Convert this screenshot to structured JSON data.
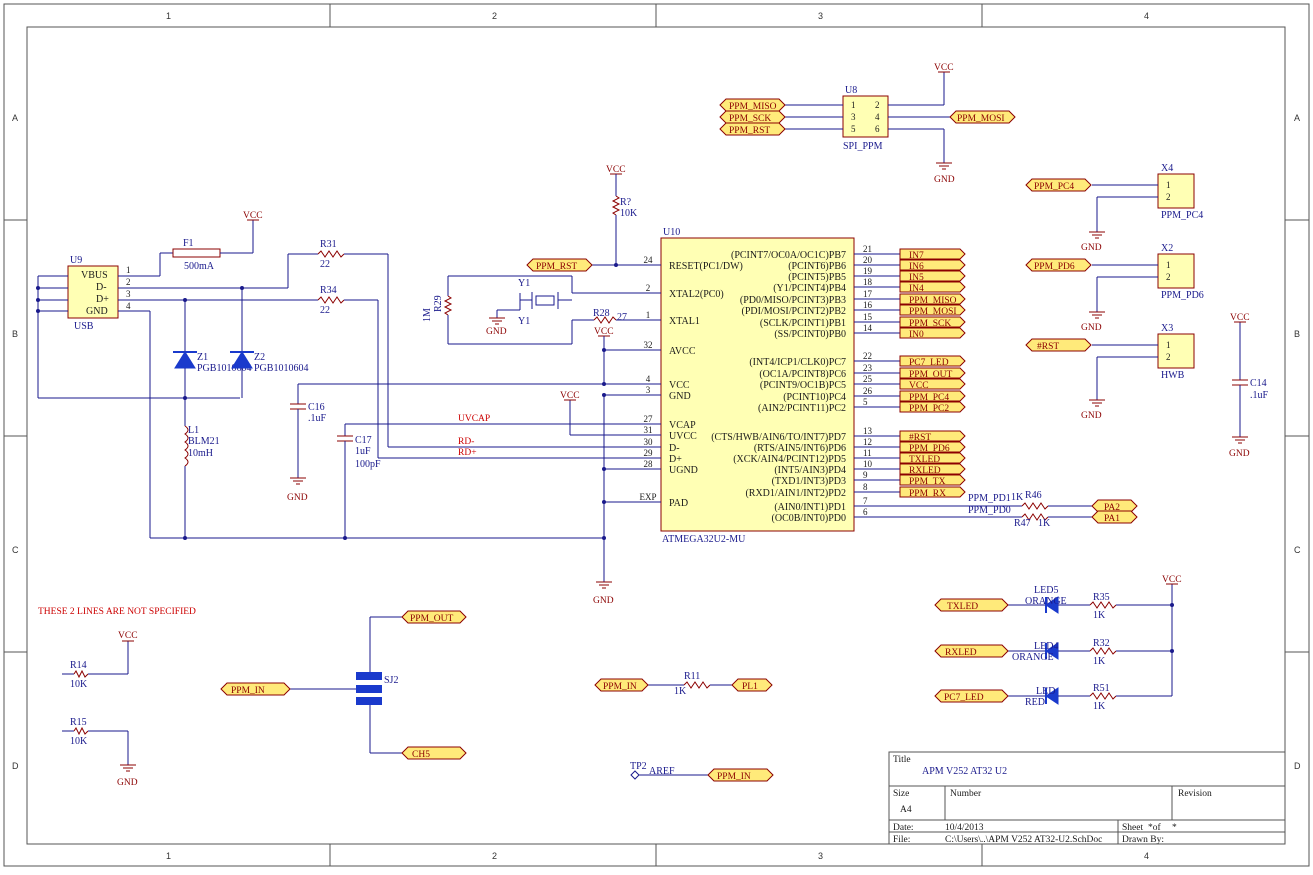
{
  "zones": {
    "cols": [
      "1",
      "2",
      "3",
      "4"
    ],
    "rows": [
      "A",
      "B",
      "C",
      "D"
    ]
  },
  "note": "THESE 2 LINES ARE NOT SPECIFIED",
  "power": {
    "vcc": "VCC",
    "gnd": "GND"
  },
  "u8": {
    "ref": "U8",
    "name": "SPI_PPM",
    "pins": [
      "1",
      "2",
      "3",
      "4",
      "5",
      "6"
    ]
  },
  "u9": {
    "ref": "U9",
    "name": "USB",
    "pins": [
      "VBUS",
      "D-",
      "D+",
      "GND"
    ],
    "nums": [
      "1",
      "2",
      "3",
      "4"
    ]
  },
  "u10": {
    "ref": "U10",
    "name": "ATMEGA32U2-MU",
    "left_pins": [
      {
        "num": "24",
        "name": "RESET(PC1/DW)"
      },
      {
        "num": "2",
        "name": "XTAL2(PC0)"
      },
      {
        "num": "1",
        "name": "XTAL1"
      },
      {
        "num": "32",
        "name": "AVCC"
      },
      {
        "num": "4",
        "name": "VCC"
      },
      {
        "num": "3",
        "name": "GND"
      },
      {
        "num": "27",
        "name": "VCAP"
      },
      {
        "num": "31",
        "name": "UVCC"
      },
      {
        "num": "30",
        "name": "D-"
      },
      {
        "num": "29",
        "name": "D+"
      },
      {
        "num": "28",
        "name": "UGND"
      },
      {
        "num": "EXP",
        "name": "PAD"
      }
    ],
    "right_pins": [
      {
        "num": "21",
        "name": "(PCINT7/OC0A/OC1C)PB7",
        "net": "IN7"
      },
      {
        "num": "20",
        "name": "(PCINT6)PB6",
        "net": "IN6"
      },
      {
        "num": "19",
        "name": "(PCINT5)PB5",
        "net": "IN5"
      },
      {
        "num": "18",
        "name": "(Y1/PCINT4)PB4",
        "net": "IN4"
      },
      {
        "num": "17",
        "name": "(PD0/MISO/PCINT3)PB3",
        "net": "PPM_MISO"
      },
      {
        "num": "16",
        "name": "(PDI/MOSI/PCINT2)PB2",
        "net": "PPM_MOSI"
      },
      {
        "num": "15",
        "name": "(SCLK/PCINT1)PB1",
        "net": "PPM_SCK"
      },
      {
        "num": "14",
        "name": "(SS/PCINT0)PB0",
        "net": "IN0"
      },
      {
        "num": "22",
        "name": "(INT4/ICP1/CLK0)PC7",
        "net": "PC7_LED"
      },
      {
        "num": "23",
        "name": "(OC1A/PCINT8)PC6",
        "net": "PPM_OUT"
      },
      {
        "num": "25",
        "name": "(PCINT9/OC1B)PC5",
        "net": "VCC"
      },
      {
        "num": "26",
        "name": "(PCINT10)PC4",
        "net": "PPM_PC4"
      },
      {
        "num": "5",
        "name": "(AIN2/PCINT11)PC2",
        "net": "PPM_PC2"
      },
      {
        "num": "13",
        "name": "(CTS/HWB/AIN6/TO/INT7)PD7",
        "net": "#RST"
      },
      {
        "num": "12",
        "name": "(RTS/AIN5/INT6)PD6",
        "net": "PPM_PD6"
      },
      {
        "num": "11",
        "name": "(XCK/AIN4/PCINT12)PD5",
        "net": "TXLED"
      },
      {
        "num": "10",
        "name": "(INT5/AIN3)PD4",
        "net": "RXLED"
      },
      {
        "num": "9",
        "name": "(TXD1/INT3)PD3",
        "net": "PPM_TX"
      },
      {
        "num": "8",
        "name": "(RXD1/AIN1/INT2)PD2",
        "net": "PPM_RX"
      },
      {
        "num": "7",
        "name": "(AIN0/INT1)PD1",
        "net": "PPM_PD1"
      },
      {
        "num": "6",
        "name": "(OC0B/INT0)PD0",
        "net": "PPM_PD0"
      }
    ]
  },
  "nets": {
    "ppm_miso": "PPM_MISO",
    "ppm_sck": "PPM_SCK",
    "ppm_rst": "PPM_RST",
    "ppm_mosi": "PPM_MOSI",
    "ppm_pc4": "PPM_PC4",
    "ppm_pd6": "PPM_PD6",
    "rst": "#RST",
    "uvcap": "UVCAP",
    "rdm": "RD-",
    "rdp": "RD+",
    "pa2": "PA2",
    "pa1": "PA1",
    "ppm_pd1": "PPM_PD1",
    "ppm_pd0": "PPM_PD0",
    "ppm_out": "PPM_OUT",
    "ppm_in": "PPM_IN",
    "ch5": "CH5",
    "pl1": "PL1",
    "aref": "AREF",
    "txled": "TXLED",
    "rxled": "RXLED",
    "pc7_led": "PC7_LED"
  },
  "parts": {
    "f1": {
      "ref": "F1",
      "val": "500mA"
    },
    "r31": {
      "ref": "R31",
      "val": "22"
    },
    "r34": {
      "ref": "R34",
      "val": "22"
    },
    "rq": {
      "ref": "R?",
      "val": "10K"
    },
    "r29": {
      "ref": "R29",
      "val": "1M"
    },
    "y1": {
      "ref": "Y1",
      "ref2": "Y1"
    },
    "r28": {
      "ref": "R28",
      "val": "27"
    },
    "z1": {
      "ref": "Z1",
      "val": "PGB1010604"
    },
    "z2": {
      "ref": "Z2",
      "val": "PGB1010604"
    },
    "l1": {
      "ref": "L1",
      "val1": "BLM21",
      "val2": "10mH"
    },
    "c16": {
      "ref": "C16",
      "val": ".1uF"
    },
    "c17": {
      "ref": "C17",
      "val": "1uF",
      "val2": "100pF"
    },
    "c14": {
      "ref": "C14",
      "val": ".1uF"
    },
    "x4": {
      "ref": "X4",
      "name": "PPM_PC4"
    },
    "x2": {
      "ref": "X2",
      "name": "PPM_PD6"
    },
    "x3": {
      "ref": "X3",
      "name": "HWB"
    },
    "r46": {
      "ref": "R46",
      "val": "1K"
    },
    "r47": {
      "ref": "R47",
      "val": "1K"
    },
    "r14": {
      "ref": "R14",
      "val": "10K"
    },
    "r15": {
      "ref": "R15",
      "val": "10K"
    },
    "sj2": {
      "ref": "SJ2"
    },
    "r11": {
      "ref": "R11",
      "val": "1K"
    },
    "tp2": {
      "ref": "TP2"
    },
    "led5": {
      "ref": "LED5",
      "color": "ORANGE"
    },
    "led4": {
      "ref": "LED4",
      "color": "ORANGE"
    },
    "led3": {
      "ref": "LED",
      "color": "RED"
    },
    "r35": {
      "ref": "R35",
      "val": "1K"
    },
    "r32": {
      "ref": "R32",
      "val": "1K"
    },
    "r51": {
      "ref": "R51",
      "val": "1K"
    }
  },
  "title_block": {
    "title_label": "Title",
    "title": "APM V252 AT32 U2",
    "size_label": "Size",
    "size": "A4",
    "number_label": "Number",
    "revision_label": "Revision",
    "date_label": "Date:",
    "date": "10/4/2013",
    "sheet_label": "Sheet",
    "sheet": "*of",
    "sheet_total": "*",
    "file_label": "File:",
    "file": "C:\\Users\\..\\APM V252 AT32-U2.SchDoc",
    "drawn_label": "Drawn By:"
  }
}
